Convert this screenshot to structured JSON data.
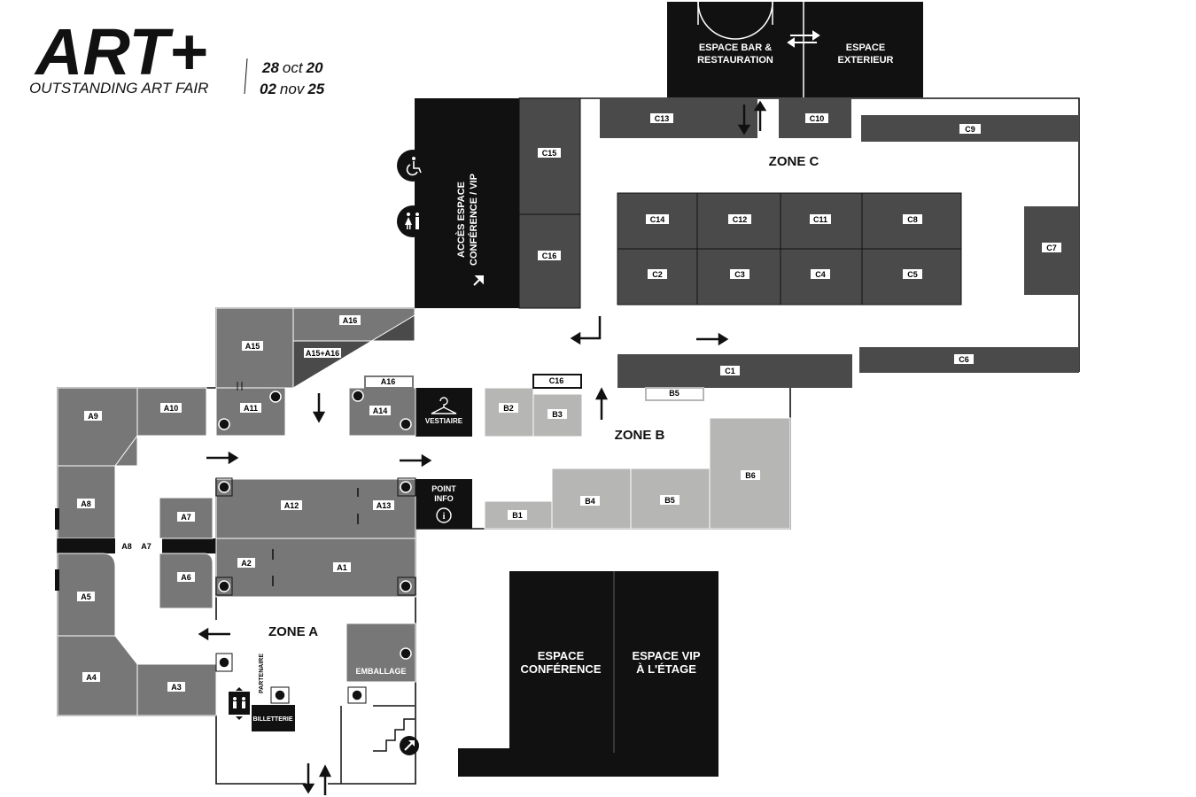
{
  "brand": {
    "logo": "ART+",
    "subtitle": "OUTSTANDING ART FAIR",
    "date_start_day": "28",
    "date_start_month": "oct",
    "date_start_year": "20",
    "date_end_day": "02",
    "date_end_month": "nov",
    "date_end_year": "25"
  },
  "zones": {
    "zone_a": "ZONE A",
    "zone_b": "ZONE B",
    "zone_c": "ZONE C"
  },
  "spaces": {
    "bar": [
      "ESPACE BAR &",
      "RESTAURATION"
    ],
    "exterieur": [
      "ESPACE",
      "EXTERIEUR"
    ],
    "acces_conference": [
      "ACCÈS ESPACE",
      "CONFÉRENCE / VIP"
    ],
    "conference": [
      "ESPACE",
      "CONFÉRENCE"
    ],
    "vip": [
      "ESPACE VIP",
      "À L'ÉTAGE"
    ],
    "vestiaire": "VESTIAIRE",
    "point_info": [
      "POINT",
      "INFO"
    ],
    "emballage": "EMBALLAGE",
    "billetterie": "BILLETTERIE",
    "partenaire": "PARTENAIRE"
  },
  "stands": {
    "C13": "C13",
    "C10": "C10",
    "C9": "C9",
    "C15": "C15",
    "C16": "C16",
    "C14": "C14",
    "C12": "C12",
    "C11": "C11",
    "C8": "C8",
    "C2": "C2",
    "C3": "C3",
    "C4": "C4",
    "C5": "C5",
    "C7": "C7",
    "C1": "C1",
    "C6": "C6",
    "C16b": "C16",
    "B5b": "B5",
    "B2": "B2",
    "B3": "B3",
    "B1": "B1",
    "B4": "B4",
    "B5": "B5",
    "B6": "B6",
    "A16": "A16",
    "A15": "A15",
    "A15A16": "A15+A16",
    "A16b": "A16",
    "A9": "A9",
    "A10": "A10",
    "A11": "A11",
    "A14": "A14",
    "A8": "A8",
    "A7": "A7",
    "A12": "A12",
    "A13": "A13",
    "A2": "A2",
    "A1": "A1",
    "A6": "A6",
    "A5": "A5",
    "A4": "A4",
    "A3": "A3",
    "A8_corr": "A8",
    "A7_corr": "A7"
  },
  "icons": {
    "wheelchair": "wheelchair-icon",
    "toilets": "toilets-icon",
    "elevator": "elevator-icon",
    "stairs": "stairs-icon",
    "info": "info-icon",
    "hanger": "hanger-icon",
    "fire_extinguisher": "fire-extinguisher-icon"
  },
  "colors": {
    "black": "#111111",
    "dark_stand": "#4a4a4a",
    "mid_stand": "#6b6b6b",
    "zone_a_stand": "#777777",
    "light_stand": "#b6b6b4",
    "white": "#ffffff"
  }
}
